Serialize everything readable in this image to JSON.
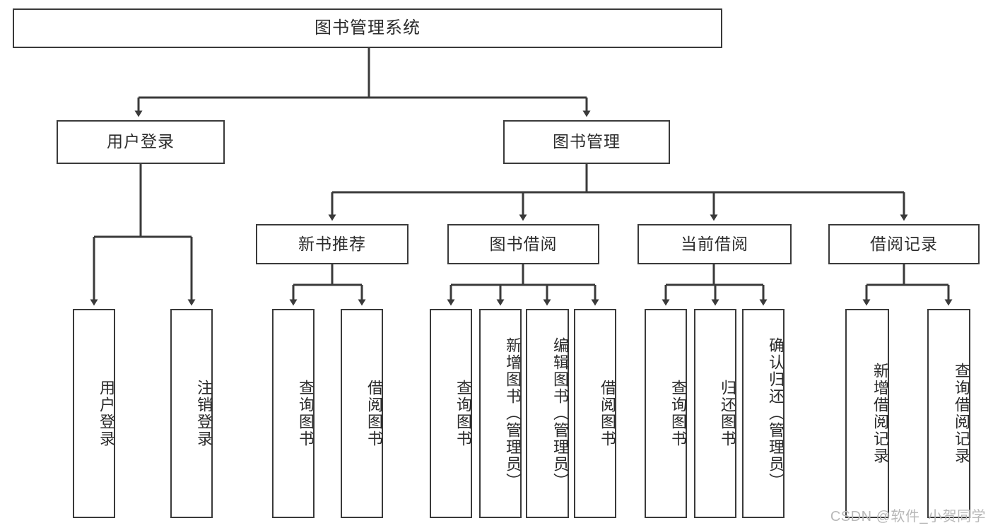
{
  "diagram": {
    "title": "图书管理系统",
    "type": "tree-hierarchy",
    "root": {
      "id": "root",
      "label": "图书管理系统"
    },
    "level2": [
      {
        "id": "user-login",
        "label": "用户登录"
      },
      {
        "id": "book-manage",
        "label": "图书管理"
      }
    ],
    "level3": [
      {
        "id": "new-book-rec",
        "label": "新书推荐",
        "parent": "book-manage"
      },
      {
        "id": "book-borrow",
        "label": "图书借阅",
        "parent": "book-manage"
      },
      {
        "id": "current-borrow",
        "label": "当前借阅",
        "parent": "book-manage"
      },
      {
        "id": "borrow-record",
        "label": "借阅记录",
        "parent": "book-manage"
      }
    ],
    "leaves": [
      {
        "id": "leaf-user-login",
        "label": "用户登录",
        "parent": "user-login"
      },
      {
        "id": "leaf-logout-login",
        "label": "注销登录",
        "parent": "user-login"
      },
      {
        "id": "leaf-query-book-1",
        "label": "查询图书",
        "parent": "new-book-rec"
      },
      {
        "id": "leaf-borrow-book-1",
        "label": "借阅图书",
        "parent": "new-book-rec"
      },
      {
        "id": "leaf-query-book-2",
        "label": "查询图书",
        "parent": "book-borrow"
      },
      {
        "id": "leaf-add-book",
        "label": "新增图书（管理员）",
        "parent": "book-borrow"
      },
      {
        "id": "leaf-edit-book",
        "label": "编辑图书（管理员）",
        "parent": "book-borrow"
      },
      {
        "id": "leaf-borrow-book-2",
        "label": "借阅图书",
        "parent": "book-borrow"
      },
      {
        "id": "leaf-query-book-3",
        "label": "查询图书",
        "parent": "current-borrow"
      },
      {
        "id": "leaf-return-book",
        "label": "归还图书",
        "parent": "current-borrow"
      },
      {
        "id": "leaf-confirm-return",
        "label": "确认归还（管理员）",
        "parent": "current-borrow"
      },
      {
        "id": "leaf-add-record",
        "label": "新增借阅记录",
        "parent": "borrow-record"
      },
      {
        "id": "leaf-query-record",
        "label": "查询借阅记录",
        "parent": "borrow-record"
      }
    ],
    "colors": {
      "box_border": "#3a3a3a",
      "box_fill": "#ffffff",
      "connector": "#3a3a3a",
      "text": "#2b2b2b",
      "watermark": "#b8b8b8",
      "background": "#ffffff"
    }
  },
  "watermark": {
    "text": "CSDN @软件_小贺同学"
  }
}
